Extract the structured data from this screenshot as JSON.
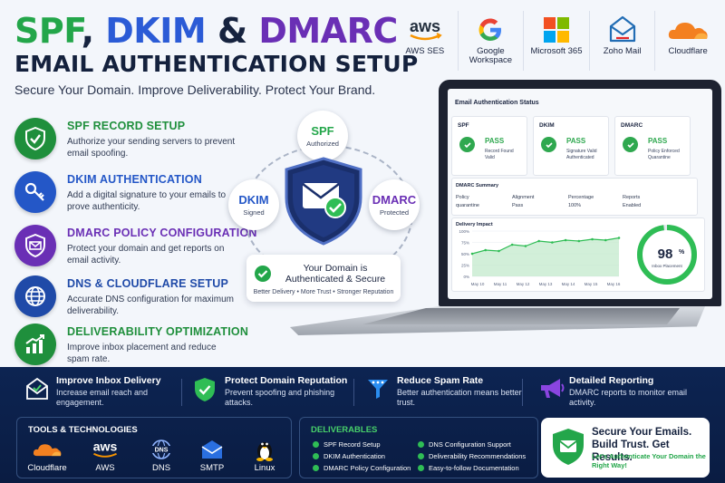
{
  "headline": {
    "spf": "SPF",
    "comma": ",",
    "dkim": "DKIM",
    "amp": "&",
    "dmarc": "DMARC",
    "subtitle": "EMAIL AUTHENTICATION SETUP",
    "tagline": "Secure Your Domain. Improve Deliverability. Protect Your Brand."
  },
  "providers": [
    {
      "name": "AWS SES",
      "icon": "aws-logo",
      "mark": "aws"
    },
    {
      "name": "Google Workspace",
      "icon": "google-logo"
    },
    {
      "name": "Microsoft 365",
      "icon": "microsoft-logo"
    },
    {
      "name": "Zoho Mail",
      "icon": "zoho-mail-logo"
    },
    {
      "name": "Cloudflare",
      "icon": "cloudflare-logo"
    }
  ],
  "features": [
    {
      "title": "SPF RECORD SETUP",
      "desc": "Authorize your sending servers to prevent email spoofing.",
      "color": "#1f8f3c",
      "icon": "shield-check-icon"
    },
    {
      "title": "DKIM AUTHENTICATION",
      "desc": "Add a digital signature to your emails to prove authenticity.",
      "color": "#2457c7",
      "icon": "key-icon"
    },
    {
      "title": "DMARC POLICY CONFIGURATION",
      "desc": "Protect your domain and get reports on email activity.",
      "color": "#6a2fb5",
      "icon": "shield-mail-icon"
    },
    {
      "title": "DNS & CLOUDFLARE SETUP",
      "desc": "Accurate DNS configuration for maximum deliverability.",
      "color": "#1f4aa8",
      "icon": "globe-icon"
    },
    {
      "title": "DELIVERABILITY OPTIMIZATION",
      "desc": "Improve inbox placement and reduce spam rate.",
      "color": "#1f8f3c",
      "icon": "chart-up-icon"
    }
  ],
  "diagram": {
    "spf": {
      "name": "SPF",
      "sub": "Authorized"
    },
    "dkim": {
      "name": "DKIM",
      "sub": "Signed"
    },
    "dmarc": {
      "name": "DMARC",
      "sub": "Protected"
    },
    "status_line1": "Your Domain is",
    "status_line2": "Authenticated & Secure",
    "status_benefits": "Better Delivery • More Trust • Stronger Reputation"
  },
  "dashboard": {
    "title": "Email Authentication Status",
    "cards": [
      {
        "name": "SPF",
        "status": "PASS",
        "detail1": "Record Found",
        "detail2": "Valid"
      },
      {
        "name": "DKIM",
        "status": "PASS",
        "detail1": "Signature Valid",
        "detail2": "Authenticated"
      },
      {
        "name": "DMARC",
        "status": "PASS",
        "detail1": "Policy Enforced",
        "detail2": "Quarantine"
      }
    ],
    "summary": {
      "title": "DMARC Summary",
      "cols": [
        {
          "label": "Policy",
          "value": "quarantine"
        },
        {
          "label": "Alignment",
          "value": "Pass"
        },
        {
          "label": "Percentage",
          "value": "100%"
        },
        {
          "label": "Reports",
          "value": "Enabled"
        }
      ]
    },
    "impact_title": "Delivery Impact",
    "gauge": {
      "value": 98,
      "display": "98",
      "unit": "%",
      "label": "Inbox Placement"
    }
  },
  "chart_data": {
    "type": "area",
    "title": "Delivery Impact",
    "x": [
      "May 10",
      "May 11",
      "May 12",
      "May 13",
      "May 14",
      "May 15",
      "May 16"
    ],
    "y_ticks": [
      "100%",
      "75%",
      "50%",
      "25%",
      "0%"
    ],
    "values": [
      50,
      58,
      56,
      70,
      67,
      78,
      75,
      80,
      78,
      82,
      80,
      85
    ],
    "ylim": [
      0,
      100
    ]
  },
  "benefits": [
    {
      "title": "Improve Inbox Delivery",
      "desc": "Increase email reach and engagement.",
      "icon": "inbox-icon"
    },
    {
      "title": "Protect Domain Reputation",
      "desc": "Prevent spoofing and phishing attacks.",
      "icon": "shield-check-icon"
    },
    {
      "title": "Reduce Spam Rate",
      "desc": "Better authentication means better trust.",
      "icon": "filter-icon"
    },
    {
      "title": "Detailed Reporting",
      "desc": "DMARC reports to monitor email activity.",
      "icon": "megaphone-icon"
    }
  ],
  "tools": {
    "title": "TOOLS & TECHNOLOGIES",
    "items": [
      {
        "label": "Cloudflare",
        "icon": "cloudflare-icon"
      },
      {
        "label": "AWS",
        "icon": "aws-icon",
        "mark": "aws"
      },
      {
        "label": "DNS",
        "icon": "dns-icon",
        "mark": "DNS"
      },
      {
        "label": "SMTP",
        "icon": "smtp-icon"
      },
      {
        "label": "Linux",
        "icon": "linux-icon"
      }
    ]
  },
  "deliverables": {
    "title": "DELIVERABLES",
    "items": [
      "SPF Record Setup",
      "DKIM Authentication",
      "DMARC Policy Configuration",
      "DNS Configuration Support",
      "Deliverability Recommendations",
      "Easy-to-follow Documentation"
    ]
  },
  "cta": {
    "line1": "Secure Your Emails.",
    "line2": "Build Trust. Get Results.",
    "sub": "Let's Authenticate Your Domain the Right Way!"
  },
  "colors": {
    "green": "#23a64a",
    "blue": "#2b5bd6",
    "purple": "#6a2fb5",
    "navy": "#0d2452"
  }
}
